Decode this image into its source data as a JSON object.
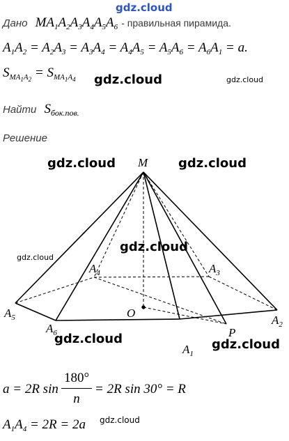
{
  "watermark": {
    "top": "gdz.cloud",
    "mid1": "gdz.cloud",
    "small1": "gdz.cloud",
    "fig_left": "gdz.cloud",
    "fig_right": "gdz.cloud",
    "fig_center": "gdz.cloud",
    "fig_small": "gdz.cloud",
    "fig_bottom_left": "gdz.cloud",
    "fig_bottom_right": "gdz.cloud",
    "bottom_small": "gdz.cloud"
  },
  "given": {
    "label": "Дано",
    "object": "MA1A2A3A4A5A6",
    "description": "- правильная пирамида."
  },
  "edges_equation": "A1A2 = A2A3 = A3A4 = A4A5 = A5A6 = A6A1 = a.",
  "area_equation": "S(MA1A2) = S(MA1A4)",
  "find": {
    "label": "Найти",
    "target": "S бок.пов."
  },
  "solution_label": "Решение",
  "figure_labels": {
    "apex": "M",
    "center": "O",
    "point_p": "P",
    "a1": "A1",
    "a2": "A2",
    "a3": "A3",
    "a4": "A4",
    "a5": "A5",
    "a6": "A6"
  },
  "formula1": {
    "lhs": "a = 2R sin",
    "numerator": "180°",
    "denominator": "n",
    "rhs": "= 2R sin 30° = R"
  },
  "formula2": "A1A4 = 2R = 2a"
}
